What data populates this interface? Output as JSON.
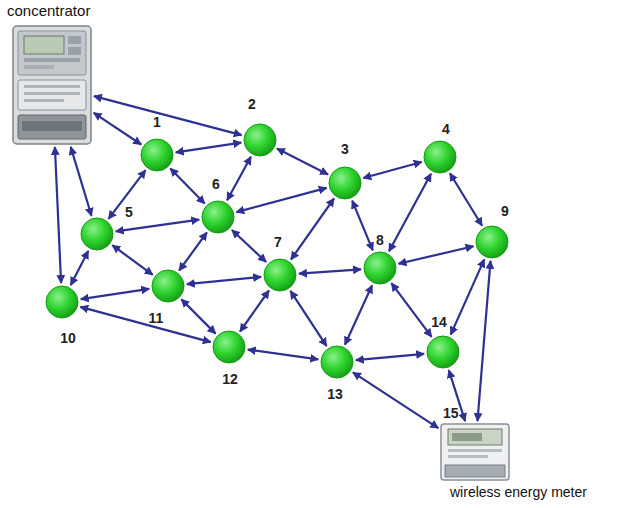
{
  "diagram": {
    "nodes": [
      {
        "text": [
          "concentrator"
        ]
      },
      {
        "text": [
          "1"
        ]
      },
      {
        "text": [
          "2"
        ]
      },
      {
        "text": [
          "3"
        ]
      },
      {
        "text": [
          "4"
        ]
      },
      {
        "text": [
          "5"
        ]
      },
      {
        "text": [
          "6"
        ]
      },
      {
        "text": [
          "7"
        ]
      },
      {
        "text": [
          "8"
        ]
      },
      {
        "text": [
          "9"
        ]
      },
      {
        "text": [
          "10"
        ]
      },
      {
        "text": [
          "11"
        ]
      },
      {
        "text": [
          "12"
        ]
      },
      {
        "text": [
          "13"
        ]
      },
      {
        "text": [
          "14"
        ]
      },
      {
        "text": [
          "15",
          "wireless energy meter"
        ]
      }
    ],
    "edges": [
      {
        "from": 0,
        "to": 1,
        "arrow": "both"
      },
      {
        "from": 0,
        "to": 2,
        "arrow": "both"
      },
      {
        "from": 0,
        "to": 5,
        "arrow": "both"
      },
      {
        "from": 0,
        "to": 10,
        "arrow": "both"
      },
      {
        "from": 1,
        "to": 2,
        "arrow": "both"
      },
      {
        "from": 1,
        "to": 5,
        "arrow": "both"
      },
      {
        "from": 1,
        "to": 6,
        "arrow": "both"
      },
      {
        "from": 2,
        "to": 6,
        "arrow": "both"
      },
      {
        "from": 2,
        "to": 3,
        "arrow": "both"
      },
      {
        "from": 3,
        "to": 4,
        "arrow": "both"
      },
      {
        "from": 3,
        "to": 6,
        "arrow": "both"
      },
      {
        "from": 3,
        "to": 7,
        "arrow": "both"
      },
      {
        "from": 3,
        "to": 8,
        "arrow": "both"
      },
      {
        "from": 4,
        "to": 8,
        "arrow": "both"
      },
      {
        "from": 4,
        "to": 9,
        "arrow": "both"
      },
      {
        "from": 5,
        "to": 6,
        "arrow": "both"
      },
      {
        "from": 5,
        "to": 10,
        "arrow": "both"
      },
      {
        "from": 5,
        "to": 11,
        "arrow": "both"
      },
      {
        "from": 6,
        "to": 7,
        "arrow": "both"
      },
      {
        "from": 6,
        "to": 11,
        "arrow": "both"
      },
      {
        "from": 7,
        "to": 11,
        "arrow": "both"
      },
      {
        "from": 7,
        "to": 8,
        "arrow": "both"
      },
      {
        "from": 7,
        "to": 12,
        "arrow": "both"
      },
      {
        "from": 7,
        "to": 13,
        "arrow": "both"
      },
      {
        "from": 8,
        "to": 9,
        "arrow": "both"
      },
      {
        "from": 8,
        "to": 13,
        "arrow": "both"
      },
      {
        "from": 8,
        "to": 14,
        "arrow": "both"
      },
      {
        "from": 9,
        "to": 14,
        "arrow": "both"
      },
      {
        "from": 9,
        "to": 15,
        "arrow": "both"
      },
      {
        "from": 10,
        "to": 11,
        "arrow": "both"
      },
      {
        "from": 10,
        "to": 12,
        "arrow": "both"
      },
      {
        "from": 11,
        "to": 12,
        "arrow": "both"
      },
      {
        "from": 12,
        "to": 13,
        "arrow": "both"
      },
      {
        "from": 13,
        "to": 14,
        "arrow": "both"
      },
      {
        "from": 13,
        "to": 15,
        "arrow": "both"
      },
      {
        "from": 14,
        "to": 15,
        "arrow": "both"
      }
    ]
  }
}
